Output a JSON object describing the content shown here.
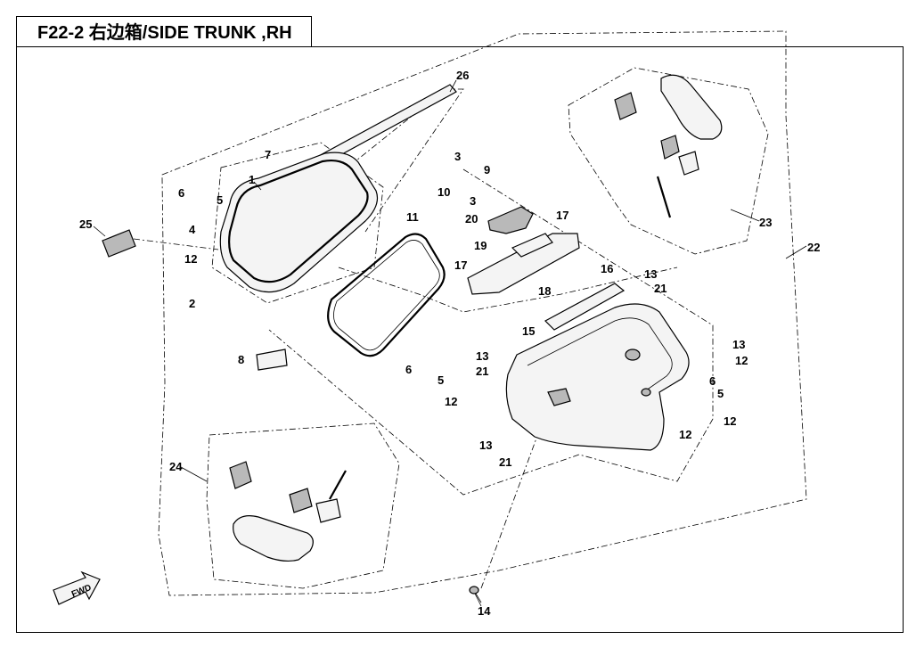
{
  "header": {
    "title": "F22-2 右边箱/SIDE TRUNK ,RH"
  },
  "callouts": {
    "c1": "1",
    "c2": "2",
    "c3a": "3",
    "c3b": "3",
    "c4": "4",
    "c5a": "5",
    "c5b": "5",
    "c5c": "5",
    "c6a": "6",
    "c6b": "6",
    "c6c": "6",
    "c7": "7",
    "c8": "8",
    "c9": "9",
    "c10": "10",
    "c11": "11",
    "c12a": "12",
    "c12b": "12",
    "c12c": "12",
    "c12d": "12",
    "c12e": "12",
    "c13a": "13",
    "c13b": "13",
    "c13c": "13",
    "c13d": "13",
    "c14": "14",
    "c15": "15",
    "c16": "16",
    "c17a": "17",
    "c17b": "17",
    "c18": "18",
    "c19": "19",
    "c20": "20",
    "c21a": "21",
    "c21b": "21",
    "c21c": "21",
    "c22": "22",
    "c23": "23",
    "c24": "24",
    "c25": "25",
    "c26": "26"
  },
  "fwd_label": "FWD"
}
